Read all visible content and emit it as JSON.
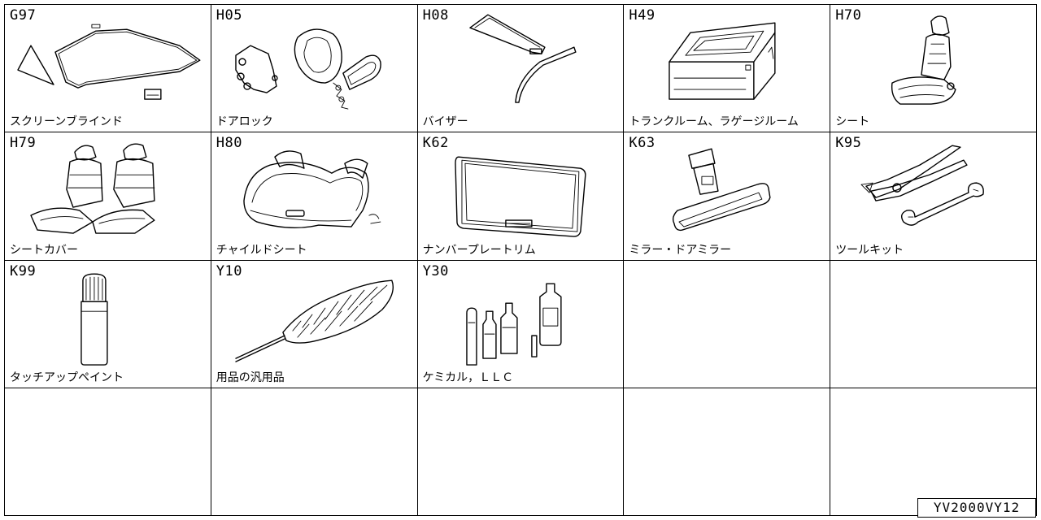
{
  "catalog": {
    "parts": [
      {
        "code": "G97",
        "label": "スクリーンブラインド",
        "icon": "screen-blind-icon"
      },
      {
        "code": "H05",
        "label": "ドアロック",
        "icon": "door-lock-icon"
      },
      {
        "code": "H08",
        "label": "バイザー",
        "icon": "visor-icon"
      },
      {
        "code": "H49",
        "label": "トランクルーム、ラゲージルーム",
        "icon": "trunk-box-icon"
      },
      {
        "code": "H70",
        "label": "シート",
        "icon": "seat-icon"
      },
      {
        "code": "H79",
        "label": "シートカバー",
        "icon": "seat-cover-icon"
      },
      {
        "code": "H80",
        "label": "チャイルドシート",
        "icon": "child-seat-icon"
      },
      {
        "code": "K62",
        "label": "ナンバープレートリム",
        "icon": "plate-rim-icon"
      },
      {
        "code": "K63",
        "label": "ミラー・ドアミラー",
        "icon": "mirror-icon"
      },
      {
        "code": "K95",
        "label": "ツールキット",
        "icon": "tool-kit-icon"
      },
      {
        "code": "K99",
        "label": "タッチアップペイント",
        "icon": "touch-up-paint-icon"
      },
      {
        "code": "Y10",
        "label": "用品の汎用品",
        "icon": "duster-icon"
      },
      {
        "code": "Y30",
        "label": "ケミカル，ＬＬＣ",
        "icon": "chemical-bottles-icon"
      }
    ],
    "empty_cells": 7
  },
  "diagram_code": "YV2000VY12"
}
